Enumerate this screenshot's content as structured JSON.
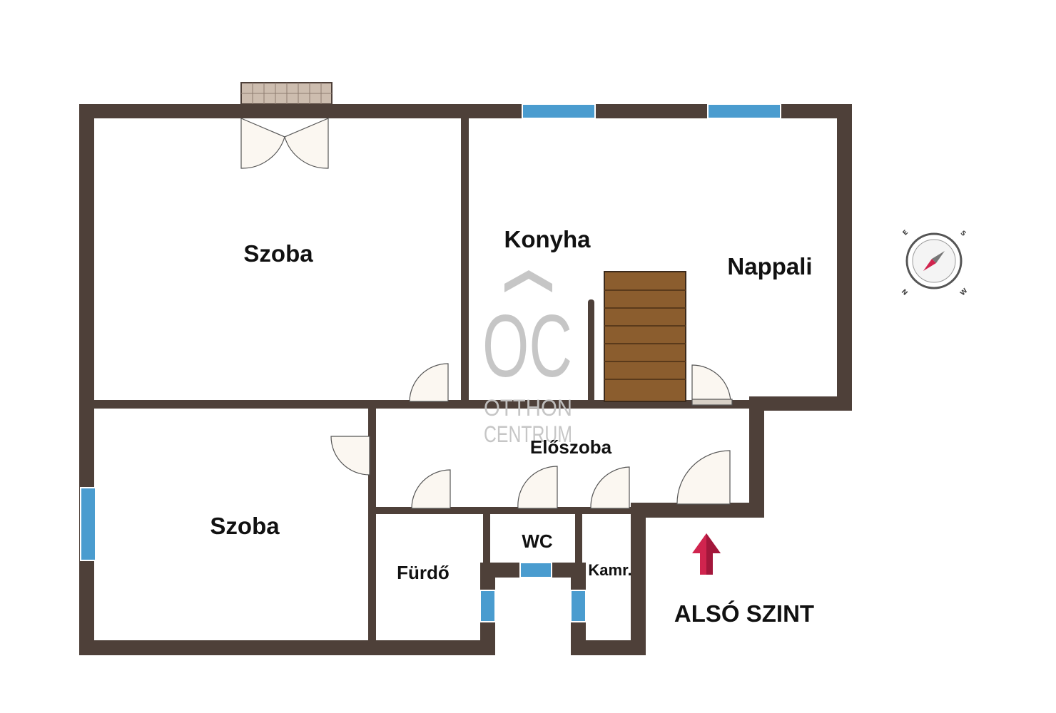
{
  "rooms": {
    "szoba_upper": "Szoba",
    "konyha": "Konyha",
    "nappali": "Nappali",
    "eloszoba": "Előszoba",
    "szoba_lower": "Szoba",
    "furdo": "Fürdő",
    "wc": "WC",
    "kamra": "Kamr."
  },
  "level_label": "ALSÓ SZINT",
  "watermark": {
    "logo": "OC",
    "line1": "OTTHON",
    "line2": "CENTRUM"
  },
  "compass": {
    "letters": [
      "E",
      "S",
      "W",
      "N"
    ]
  },
  "colors": {
    "wall": "#4e4039",
    "window": "#4a9ccf",
    "door_fill": "#fbf7f1",
    "stairs": "#8b5d2e",
    "entrance_arrow": "#d0244e",
    "watermark": "#c4c4c4"
  }
}
